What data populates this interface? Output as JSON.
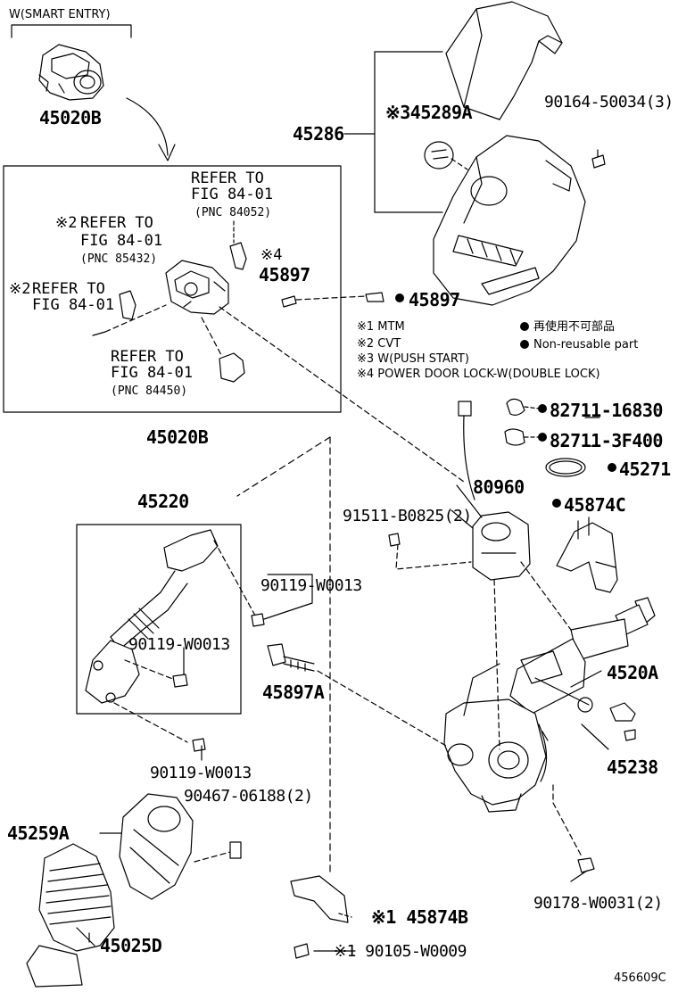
{
  "diagram_id": "456609C",
  "smart_entry_note": "W(SMART ENTRY)",
  "legend": {
    "notes": [
      "※1 MTM",
      "※2 CVT",
      "※3 W(PUSH START)",
      "※4 POWER DOOR LOCK-W(DOUBLE LOCK)"
    ],
    "non_reusable_jp": "再使用不可部品",
    "non_reusable_en": "Non-reusable part"
  },
  "refers": {
    "r1": {
      "line1": "REFER TO",
      "line2": "FIG 84-01",
      "pnc": "(PNC 84052)"
    },
    "r2": {
      "mark": "※2",
      "line1": "REFER TO",
      "line2": "FIG 84-01",
      "pnc": "(PNC 85432)"
    },
    "r3": {
      "mark": "※2",
      "line1": "REFER TO",
      "line2": "FIG 84-01"
    },
    "r4": {
      "line1": "REFER TO",
      "line2": "FIG 84-01",
      "pnc": "(PNC 84450)"
    }
  },
  "parts": {
    "p45020b_top": "45020B",
    "p45020b_box": "45020B",
    "p45286": "45286",
    "p45289a": "※345289A",
    "p90164": "90164-50034(3)",
    "p45897_mark": "※4",
    "p45897_inbox": "45897",
    "p45897_np": "45897",
    "p82711_16830": "82711-16830",
    "p82711_3f400": "82711-3F400",
    "p45271": "45271",
    "p80960": "80960",
    "p91511": "91511-B0825(2)",
    "p45874c": "45874C",
    "p45220": "45220",
    "p90119_a": "90119-W0013",
    "p90119_b": "90119-W0013",
    "p90119_c": "90119-W0013",
    "p45897a": "45897A",
    "p4520a": "4520A",
    "p45238": "45238",
    "p90467": "90467-06188(2)",
    "p45259a": "45259A",
    "p45025d": "45025D",
    "p90178": "90178-W0031(2)",
    "p45874b": "※1 45874B",
    "p90105": "※1 90105-W0009"
  }
}
